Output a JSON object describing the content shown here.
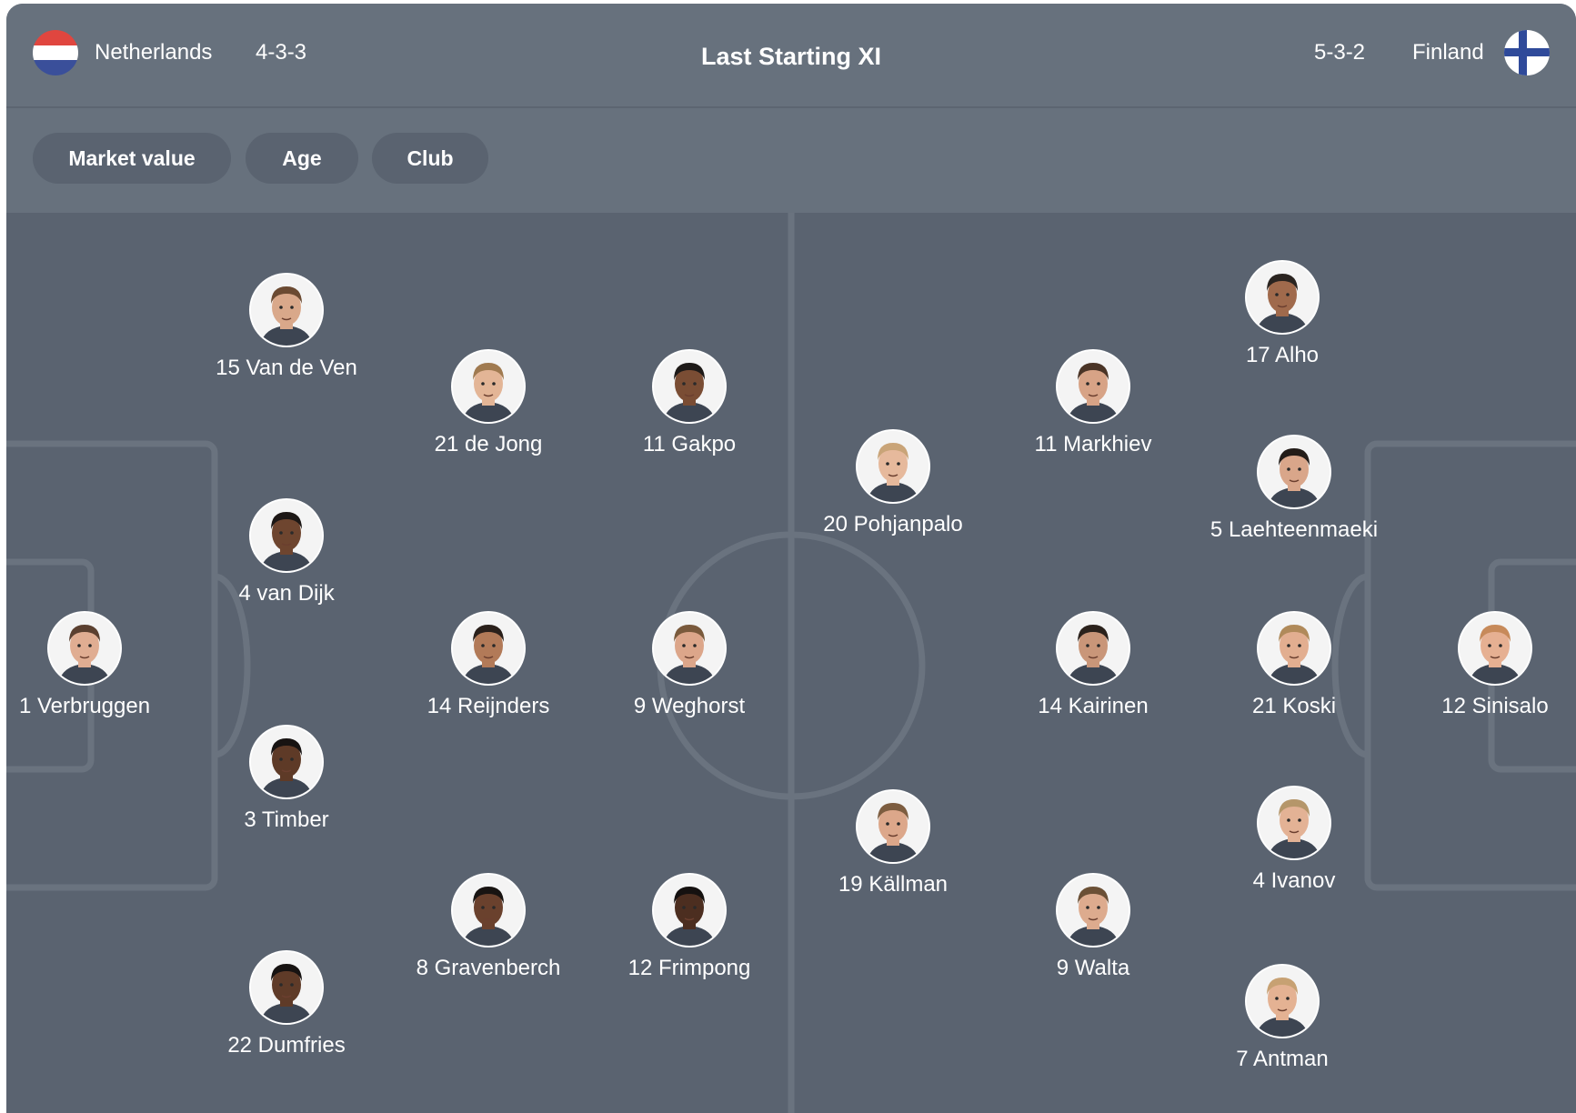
{
  "header": {
    "home_team": "Netherlands",
    "home_formation": "4-3-3",
    "title": "Last Starting XI",
    "away_formation": "5-3-2",
    "away_team": "Finland"
  },
  "filters": [
    "Market value",
    "Age",
    "Club"
  ],
  "colors": {
    "header_bg": "#67717d",
    "pitch_bg": "#5a6370",
    "pitch_lines": "#6a737f",
    "chip_bg": "#5a6370",
    "text": "#ffffff"
  },
  "home_players": [
    {
      "label": "15 Van de Ven",
      "skin": "#d9a88a",
      "hair": "#6b4a32"
    },
    {
      "label": "21 de Jong",
      "skin": "#e3b596",
      "hair": "#a07a50"
    },
    {
      "label": "11 Gakpo",
      "skin": "#7a4d34",
      "hair": "#1e1a18"
    },
    {
      "label": "4 van Dijk",
      "skin": "#6e452f",
      "hair": "#1d1816"
    },
    {
      "label": "1 Verbruggen",
      "skin": "#e0ad92",
      "hair": "#5b4030"
    },
    {
      "label": "14 Reijnders",
      "skin": "#b27a58",
      "hair": "#2a201b"
    },
    {
      "label": "9 Weghorst",
      "skin": "#dca68a",
      "hair": "#7a5a3c"
    },
    {
      "label": "3 Timber",
      "skin": "#5e3a27",
      "hair": "#171312"
    },
    {
      "label": "8 Gravenberch",
      "skin": "#6a412d",
      "hair": "#181412"
    },
    {
      "label": "12 Frimpong",
      "skin": "#4c2e20",
      "hair": "#151110"
    },
    {
      "label": "22 Dumfries",
      "skin": "#5f3b28",
      "hair": "#171312"
    }
  ],
  "away_players": [
    {
      "label": "17 Alho",
      "skin": "#a06a4c",
      "hair": "#2a2420"
    },
    {
      "label": "11 Markhiev",
      "skin": "#d7a386",
      "hair": "#4a3426"
    },
    {
      "label": "20 Pohjanpalo",
      "skin": "#e6b99c",
      "hair": "#c9a478"
    },
    {
      "label": "5 Laehteenmaeki",
      "skin": "#d9a68a",
      "hair": "#231c18"
    },
    {
      "label": "14 Kairinen",
      "skin": "#c99679",
      "hair": "#2b221c"
    },
    {
      "label": "21 Koski",
      "skin": "#e2ae90",
      "hair": "#b08a5a"
    },
    {
      "label": "12 Sinisalo",
      "skin": "#e6b092",
      "hair": "#c78a5a"
    },
    {
      "label": "19 Källman",
      "skin": "#dca78a",
      "hair": "#7d5d40"
    },
    {
      "label": "4 Ivanov",
      "skin": "#e3b295",
      "hair": "#b5966a"
    },
    {
      "label": "9 Walta",
      "skin": "#ddab8e",
      "hair": "#6b5036"
    },
    {
      "label": "7 Antman",
      "skin": "#e4b293",
      "hair": "#c7a173"
    }
  ]
}
